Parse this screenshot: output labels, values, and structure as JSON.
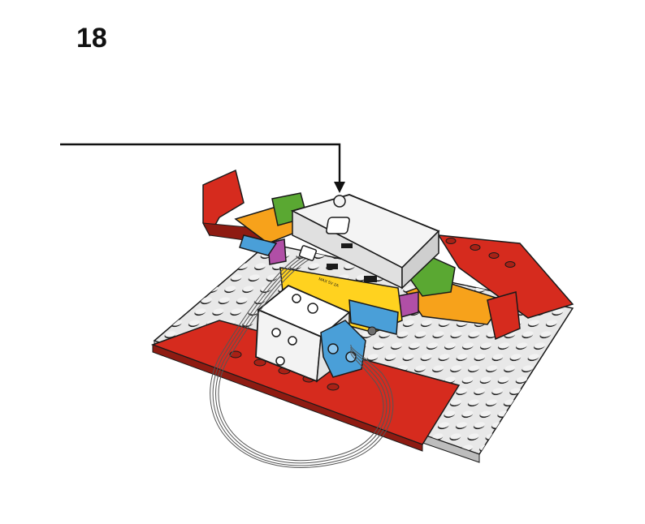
{
  "step": {
    "number": "18"
  },
  "hub": {
    "port_label": "MAX 5V 2A"
  },
  "colors": {
    "baseplate": "#f2f2f2",
    "red": "#d62b1e",
    "yellow": "#ffd21f",
    "orange": "#f7a21b",
    "green": "#5aa832",
    "blue": "#4a9fd8",
    "magenta": "#b04fa6",
    "hub": "#f4f4f4",
    "motor": "#ffffff",
    "outline": "#1a1a1a"
  },
  "icons": [
    "arrow-indicator",
    "lego-hub",
    "lego-motor",
    "cable",
    "baseplate"
  ]
}
